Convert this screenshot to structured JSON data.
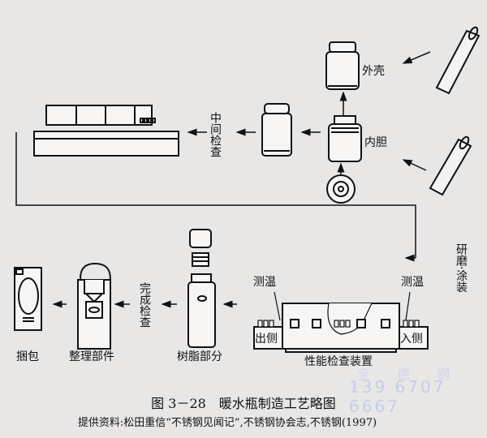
{
  "labels": {
    "outer_shell": "外壳",
    "inner_liner": "内胆",
    "middle_check": "中间检查",
    "polish_coat": "研磨·涂装",
    "temp_measure_left": "测温",
    "temp_measure_right": "测温",
    "exit_side": "出侧",
    "entry_side": "入侧",
    "performance_device": "性能检查装置",
    "resin_parts": "树脂部分",
    "final_check": "完成检查",
    "finishing_parts": "整理部件",
    "packing": "捆包"
  },
  "caption": "图 3－28　暖水瓶制造工艺略图",
  "source": "提供资料:松田重信“不锈钢见闻记”,不锈钢协会志,不锈钢(1997)",
  "watermark": {
    "text": "全 德 钢",
    "phone": "139 6707 6667"
  }
}
